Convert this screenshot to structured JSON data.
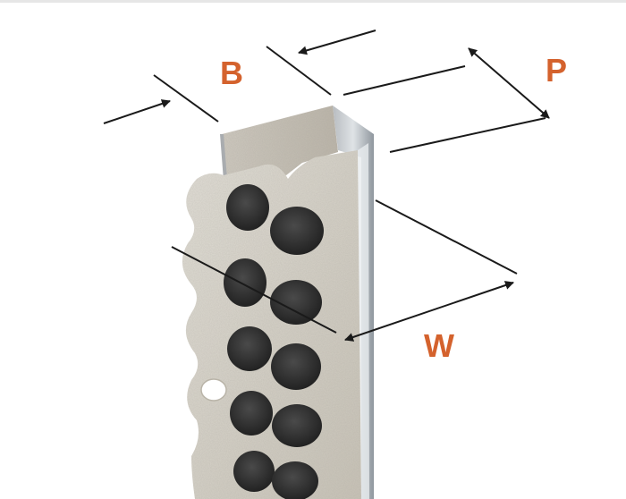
{
  "labels": {
    "b": "B",
    "p": "P",
    "w": "W"
  },
  "colors": {
    "label": "#d4622d",
    "dimension_line": "#1a1a1a",
    "plaster": "#d9d5cc",
    "holes": "#333333",
    "metal_edge": "#9aa3ab"
  }
}
